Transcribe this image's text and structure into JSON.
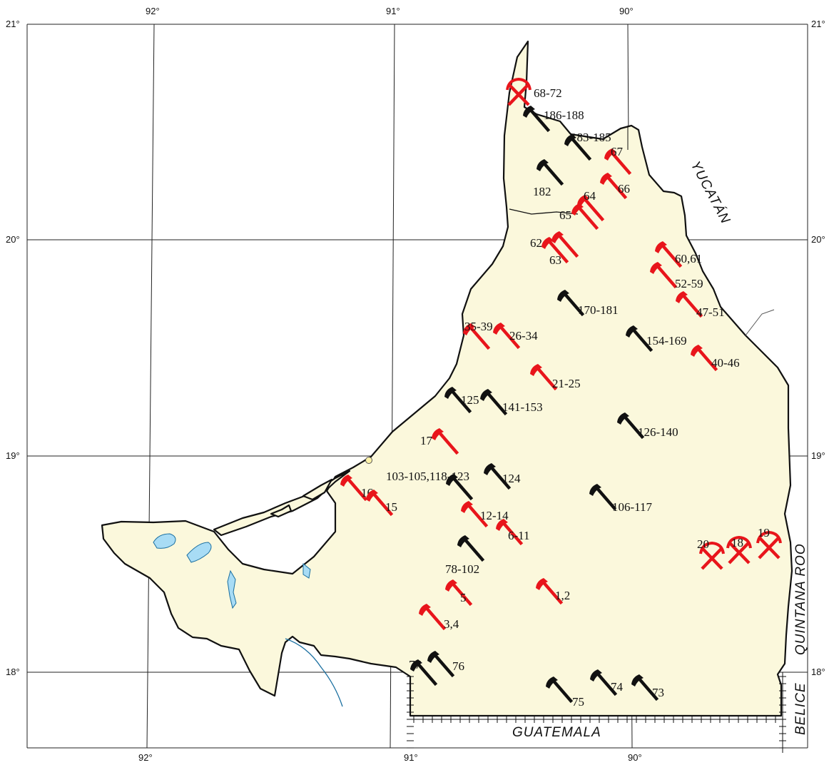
{
  "map": {
    "lon_top": [
      "92°",
      "91°",
      "90°"
    ],
    "lon_bottom": [
      "92°",
      "91°",
      "90°"
    ],
    "lat_left": [
      "21°",
      "20°",
      "19°",
      "18°"
    ],
    "lat_right": [
      "21°",
      "20°",
      "19°",
      "18°"
    ],
    "regions": {
      "yucatan": "YUCATÁN",
      "quintana_roo": "QUINTANA ROO",
      "guatemala": "GUATEMALA",
      "belice": "BELICE"
    },
    "colors": {
      "land": "#fbf8dc",
      "water": "#a8dcf5",
      "active_marker": "#e8151b",
      "other_marker": "#111111"
    },
    "markers": [
      {
        "label": "68-72",
        "type": "mine",
        "color": "red"
      },
      {
        "label": "186-188",
        "type": "hammer",
        "color": "black"
      },
      {
        "label": "183-185",
        "type": "hammer",
        "color": "black"
      },
      {
        "label": "67",
        "type": "hammer",
        "color": "red"
      },
      {
        "label": "182",
        "type": "hammer",
        "color": "black"
      },
      {
        "label": "66",
        "type": "hammer",
        "color": "red"
      },
      {
        "label": "64",
        "type": "hammer",
        "color": "red"
      },
      {
        "label": "65",
        "type": "hammer",
        "color": "red"
      },
      {
        "label": "62",
        "type": "hammer",
        "color": "red"
      },
      {
        "label": "63",
        "type": "hammer",
        "color": "red"
      },
      {
        "label": "60,61",
        "type": "hammer",
        "color": "red"
      },
      {
        "label": "52-59",
        "type": "hammer",
        "color": "red"
      },
      {
        "label": "47-51",
        "type": "hammer",
        "color": "red"
      },
      {
        "label": "170-181",
        "type": "hammer",
        "color": "black"
      },
      {
        "label": "35-39",
        "type": "hammer",
        "color": "red"
      },
      {
        "label": "26-34",
        "type": "hammer",
        "color": "red"
      },
      {
        "label": "154-169",
        "type": "hammer",
        "color": "black"
      },
      {
        "label": "40-46",
        "type": "hammer",
        "color": "red"
      },
      {
        "label": "21-25",
        "type": "hammer",
        "color": "red"
      },
      {
        "label": "125",
        "type": "hammer",
        "color": "black"
      },
      {
        "label": "141-153",
        "type": "hammer",
        "color": "black"
      },
      {
        "label": "126-140",
        "type": "hammer",
        "color": "black"
      },
      {
        "label": "17",
        "type": "hammer",
        "color": "red"
      },
      {
        "label": "103-105,118-123",
        "type": "hammer",
        "color": "black"
      },
      {
        "label": "124",
        "type": "hammer",
        "color": "black"
      },
      {
        "label": "16",
        "type": "hammer",
        "color": "red"
      },
      {
        "label": "15",
        "type": "hammer",
        "color": "red"
      },
      {
        "label": "106-117",
        "type": "hammer",
        "color": "black"
      },
      {
        "label": "12-14",
        "type": "hammer",
        "color": "red"
      },
      {
        "label": "6-11",
        "type": "hammer",
        "color": "red"
      },
      {
        "label": "20",
        "type": "mine",
        "color": "red"
      },
      {
        "label": "18",
        "type": "mine",
        "color": "red"
      },
      {
        "label": "19",
        "type": "mine",
        "color": "red"
      },
      {
        "label": "78-102",
        "type": "hammer",
        "color": "black"
      },
      {
        "label": "5",
        "type": "hammer",
        "color": "red"
      },
      {
        "label": "1,2",
        "type": "hammer",
        "color": "red"
      },
      {
        "label": "3,4",
        "type": "hammer",
        "color": "red"
      },
      {
        "label": "77",
        "type": "hammer",
        "color": "black"
      },
      {
        "label": "76",
        "type": "hammer",
        "color": "black"
      },
      {
        "label": "74",
        "type": "hammer",
        "color": "black"
      },
      {
        "label": "75",
        "type": "hammer",
        "color": "black"
      },
      {
        "label": "73",
        "type": "hammer",
        "color": "black"
      }
    ]
  }
}
